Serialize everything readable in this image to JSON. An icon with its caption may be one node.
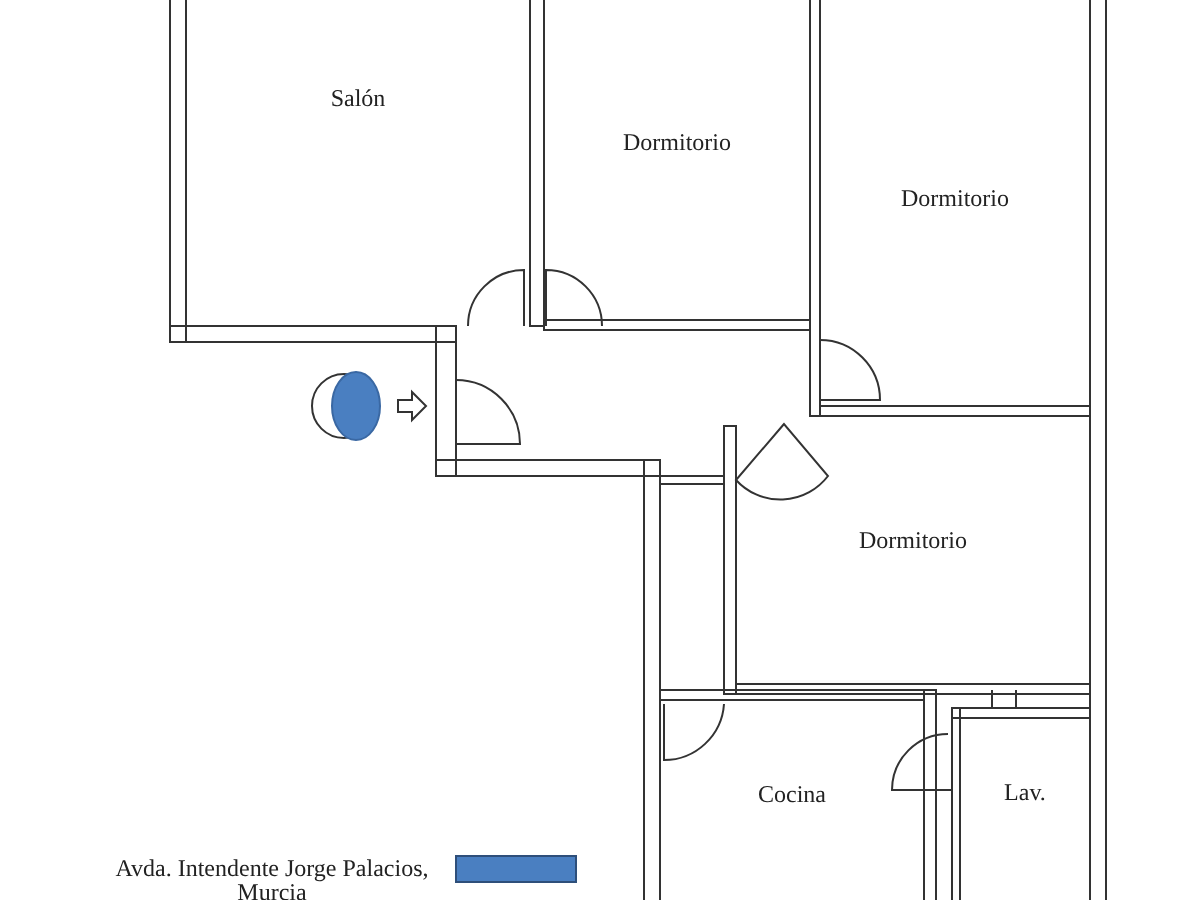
{
  "diagram": {
    "nodes": [
      {
        "text": [
          "Salón"
        ]
      },
      {
        "text": [
          "Dormitorio"
        ]
      },
      {
        "text": [
          "Dormitorio"
        ]
      },
      {
        "text": [
          "Dormitorio"
        ]
      },
      {
        "text": [
          "Cocina"
        ]
      },
      {
        "text": [
          "Lav."
        ]
      }
    ],
    "labels": [
      "Avda. Intendente Jorge Palacios, Murcia"
    ]
  }
}
